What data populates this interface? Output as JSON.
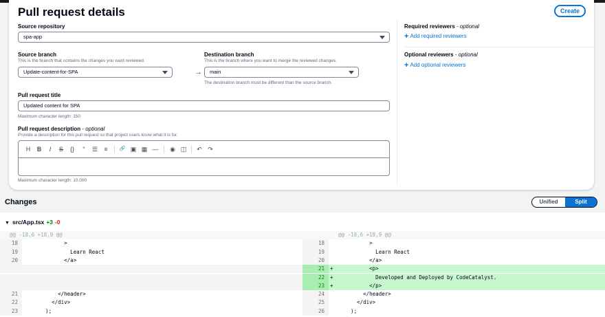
{
  "card": {
    "title": "Pull request details",
    "create_label": "Create"
  },
  "source_repository": {
    "label": "Source repository",
    "value": "spa-app"
  },
  "source_branch": {
    "label": "Source branch",
    "desc": "This is the branch that contains the changes you want reviewed.",
    "value": "Update-content-for-SPA"
  },
  "destination_branch": {
    "label": "Destination branch",
    "desc": "This is the branch where you want to merge the reviewed changes.",
    "value": "main",
    "hint": "The destination branch must be different than the source branch."
  },
  "pr_title": {
    "label": "Pull request title",
    "value": "Updated content for SPA",
    "hint": "Maximum character length: 150"
  },
  "pr_description": {
    "label": "Pull request description",
    "optional": "- optional",
    "desc": "Provide a description for this pull request so that project users know what it is for.",
    "hint": "Maximum character length: 10,000",
    "toolbar": [
      "H",
      "B",
      "I",
      "S",
      "{}",
      "“",
      "☰",
      "≡",
      "🔗",
      "▣",
      "▦",
      "—",
      "◉",
      "◫",
      "↶",
      "↷"
    ]
  },
  "reviewers": {
    "required_label": "Required reviewers",
    "required_optional": "- optional",
    "required_link": "Add required reviewers",
    "optional_label": "Optional reviewers",
    "optional_optional": "- optional",
    "optional_link": "Add optional reviewers"
  },
  "changes": {
    "title": "Changes",
    "unified_label": "Unified",
    "split_label": "Split"
  },
  "diff": {
    "file": "src/App.tsx",
    "additions": "+3",
    "deletions": "-0",
    "left": [
      {
        "type": "hunk",
        "ln": "",
        "code": "@@ -18,6 +18,9 @@"
      },
      {
        "type": "ctx",
        "ln": "18",
        "code": "          >"
      },
      {
        "type": "ctx",
        "ln": "19",
        "code": "            Learn React"
      },
      {
        "type": "ctx",
        "ln": "20",
        "code": "          </a>"
      },
      {
        "type": "empty",
        "ln": "",
        "code": ""
      },
      {
        "type": "empty",
        "ln": "",
        "code": ""
      },
      {
        "type": "empty",
        "ln": "",
        "code": ""
      },
      {
        "type": "ctx",
        "ln": "21",
        "code": "        </header>"
      },
      {
        "type": "ctx",
        "ln": "22",
        "code": "      </div>"
      },
      {
        "type": "ctx",
        "ln": "23",
        "code": "    );"
      }
    ],
    "right": [
      {
        "type": "hunk",
        "ln": "",
        "sign": "",
        "code": "@@ -18,6 +18,9 @@"
      },
      {
        "type": "ctx",
        "ln": "18",
        "sign": "",
        "code": "          >"
      },
      {
        "type": "ctx",
        "ln": "19",
        "sign": "",
        "code": "            Learn React"
      },
      {
        "type": "ctx",
        "ln": "20",
        "sign": "",
        "code": "          </a>"
      },
      {
        "type": "added",
        "ln": "21",
        "sign": "+",
        "code": "          <p>"
      },
      {
        "type": "added",
        "ln": "22",
        "sign": "+",
        "code": "            Developed and Deployed by CodeCatalyst."
      },
      {
        "type": "added",
        "ln": "23",
        "sign": "+",
        "code": "          </p>"
      },
      {
        "type": "ctx",
        "ln": "24",
        "sign": "",
        "code": "        </header>"
      },
      {
        "type": "ctx",
        "ln": "25",
        "sign": "",
        "code": "      </div>"
      },
      {
        "type": "ctx",
        "ln": "26",
        "sign": "",
        "code": "    );"
      }
    ]
  }
}
